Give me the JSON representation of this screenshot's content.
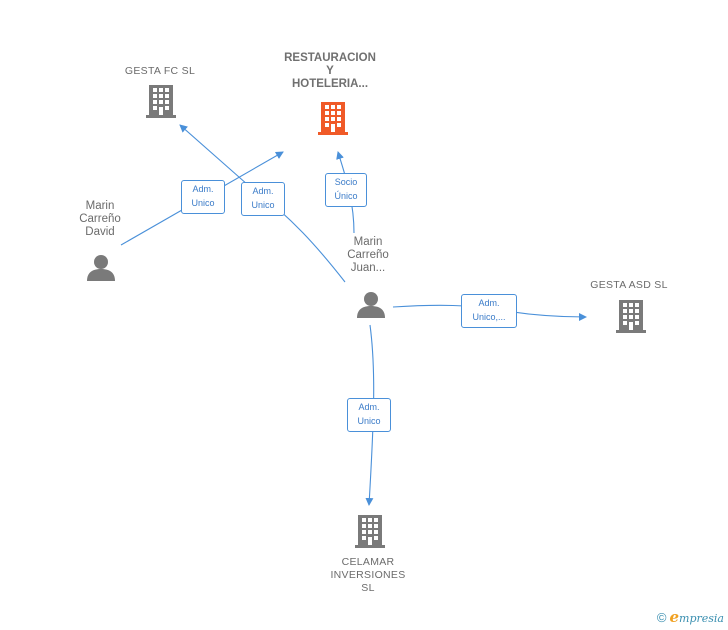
{
  "diagram": {
    "nodes": {
      "gesta_fc": {
        "lines": [
          "GESTA FC  SL"
        ],
        "kind": "company",
        "color": "#7a7a7a"
      },
      "restauracion": {
        "lines": [
          "RESTAURACION",
          "Y",
          "HOTELERIA..."
        ],
        "kind": "company",
        "color": "#f05a28"
      },
      "marin_david": {
        "lines": [
          "Marin",
          "Carreño",
          "David"
        ],
        "kind": "person",
        "color": "#7a7a7a"
      },
      "marin_juan": {
        "lines": [
          "Marin",
          "Carreño",
          "Juan..."
        ],
        "kind": "person",
        "color": "#7a7a7a"
      },
      "gesta_asd": {
        "lines": [
          "GESTA ASD  SL"
        ],
        "kind": "company",
        "color": "#7a7a7a"
      },
      "celamar": {
        "lines": [
          "CELAMAR",
          "INVERSIONES",
          "SL"
        ],
        "kind": "company",
        "color": "#7a7a7a"
      }
    },
    "edges": [
      {
        "id": "david_to_restauracion",
        "lines": [
          "Adm.",
          "Unico"
        ]
      },
      {
        "id": "juan_to_gesta_fc",
        "lines": [
          "Adm.",
          "Unico"
        ]
      },
      {
        "id": "juan_to_restauracion",
        "lines": [
          "Socio",
          "Único"
        ]
      },
      {
        "id": "juan_to_gesta_asd",
        "lines": [
          "Adm.",
          "Unico,..."
        ]
      },
      {
        "id": "juan_to_celamar",
        "lines": [
          "Adm.",
          "Unico"
        ]
      }
    ],
    "edge_color": "#4a90d9"
  },
  "footer": {
    "copyright": "©",
    "brand_initial": "e",
    "brand_rest": "mpresia"
  }
}
